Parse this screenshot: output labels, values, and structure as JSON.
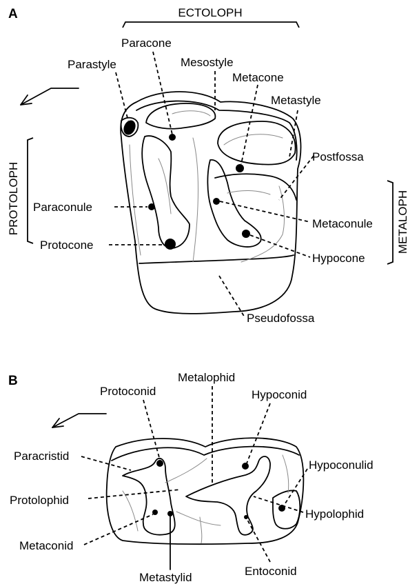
{
  "panel_a": {
    "letter": "A",
    "brackets": {
      "ectoloph": "ECTOLOPH",
      "protoloph": "PROTOLOPH",
      "metaloph": "METALOPH"
    },
    "labels": {
      "paracone": "Paracone",
      "parastyle": "Parastyle",
      "mesostyle": "Mesostyle",
      "metacone": "Metacone",
      "metastyle": "Metastyle",
      "postfossa": "Postfossa",
      "paraconule": "Paraconule",
      "protocone": "Protocone",
      "metaconule": "Metaconule",
      "hypocone": "Hypocone",
      "pseudofossa": "Pseudofossa"
    }
  },
  "panel_b": {
    "letter": "B",
    "labels": {
      "protoconid": "Protoconid",
      "metalophid": "Metalophid",
      "hypoconid": "Hypoconid",
      "paracristid": "Paracristid",
      "hypoconulid": "Hypoconulid",
      "protolophid": "Protolophid",
      "hypolophid": "Hypolophid",
      "metaconid": "Metaconid",
      "entoconid": "Entoconid",
      "metastylid": "Metastylid"
    }
  }
}
